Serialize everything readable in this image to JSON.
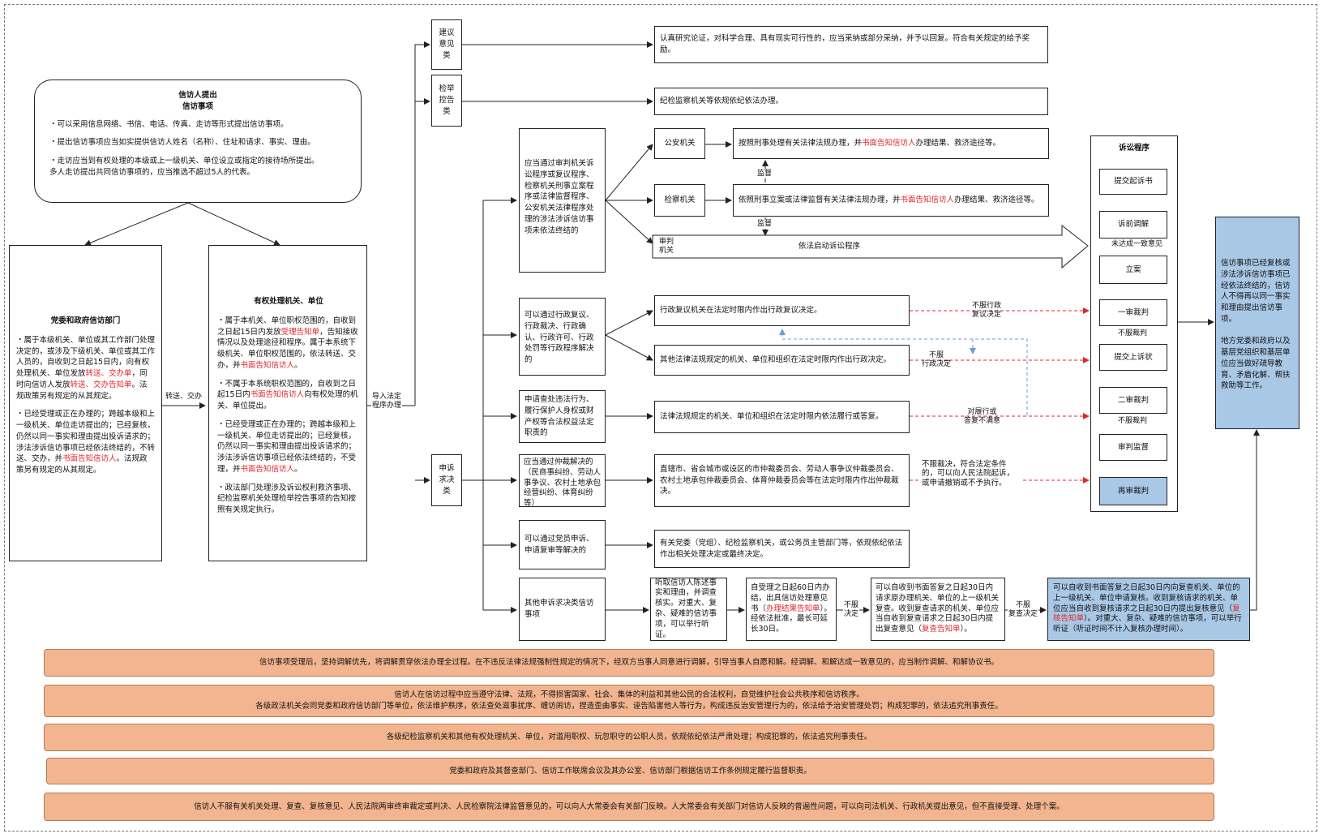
{
  "petitioner": {
    "title": "信访人提出\n信访事项",
    "lines": [
      "・可以采用信息网络、书信、电话、传真、走访等形式提出信访事项。",
      "・提出信访事项应当如实提供信访人姓名（名称）、住址和请求、事实、理由。",
      "・走访应当到有权处理的本级或上一级机关、单位设立或指定的接待场所提出。\n多人走访提出共同信访事项的，应当推选不超过5人的代表。"
    ]
  },
  "party_dept": {
    "title": "党委和政府信访部门",
    "p1": {
      "a": "・属于本级机关、单位或其工作部门处理决定的，或涉及下级机关、单位或其工作人员的，自收到之日起15日内，向有权处理机关、单位发放",
      "r1": "转送、交办单",
      "b": "，同时向信访人发放",
      "r2": "转送、交办告知单",
      "c": "。法规政策另有规定的从其规定。"
    },
    "p2": {
      "a": "・已经受理或正在办理的；跨越本级和上一级机关、单位走访提出的；已经复核，仍然以同一事实和理由提出投诉请求的；涉法涉诉信访事项已经依法终结的，不转送、交办，并",
      "r": "书面告知信访人",
      "b": "。法规政策另有规定的从其规定。"
    }
  },
  "authority": {
    "title": "有权处理机关、单位",
    "p1": {
      "a": "・属于本机关、单位职权范围的，自收到之日起15日内发放",
      "r": "受理告知单",
      "b": "，告知接收情况以及处理途径和程序。属于本系统下级机关、单位职权范围的，依法转送、交办，并",
      "r2": "书面告知信访人",
      "c": "。"
    },
    "p2": {
      "a": "・不属于本系统职权范围的，自收到之日起15日内",
      "r": "书面告知信访人",
      "b": "向有权处理的机关、单位提出。"
    },
    "p3": {
      "a": "・已经受理或正在办理的；跨越本级和上一级机关、单位走访提出的；已经复核，仍然以同一事实和理由提出投诉请求的；涉法涉诉信访事项已经依法终结的，不受理，并",
      "r": "书面告知信访人",
      "b": "。"
    },
    "p4": "・政法部门处理涉及诉讼权利救济事项、纪检监察机关处理检举控告事项的告知按照有关规定执行。"
  },
  "labels": {
    "transfer": "转送、交办",
    "import": "导入法定\n程序办理",
    "supervise1": "监督",
    "supervise2": "监督",
    "no_consensus": "未达成一致意见",
    "not_accept1": "不服裁判",
    "not_accept2": "不服裁判",
    "not_accept_review": "不服行政\n复议决定",
    "not_accept_admin": "不服\n行政决定",
    "perform_dissatisfied": "对履行或\n答复不满意",
    "not_accept_decision": "不服\n决定",
    "not_accept_recheck": "不服\n复查决定",
    "arbitration_note": "不服裁决，符合法定条件的，可以向人民法院起诉，或申请撤销或不予执行。"
  },
  "categories": {
    "suggest": "建议\n意见\n类",
    "report": "检举\n控告\n类",
    "appeal": "申诉\n求决\n类"
  },
  "suggest_text": "认真研究论证，对科学合理、具有现实可行性的，应当采纳或部分采纳，并予以回复。符合有关规定的给予奖励。",
  "report_text": "纪检监察机关等依规依纪依法办理。",
  "litigation_route": "应当通过审判机关诉讼程序或复议程序、检察机关刑事立案程序或法律监督程序、公安机关法律程序处理的涉法涉诉信访事项未依法终结的",
  "police": "公安机关",
  "procuratorate": "检察机关",
  "court": "审判\n机关",
  "police_text": {
    "a": "按照刑事处理有关法律法规办理，并",
    "r": "书面告知信访人",
    "b": "办理结果、救济途径等。"
  },
  "procuratorate_text": {
    "a": "依照刑事立案或法律监督有关法律法规办理，并",
    "r": "书面告知信访人",
    "b": "办理结果、救济途径等。"
  },
  "court_text": "依法启动诉讼程序",
  "admin_route": "可以通过行政复议、行政裁决、行政确认、行政许可、行政处罚等行政程序解决的",
  "admin_review": "行政复议机关在法定时限内作出行政复议决定。",
  "admin_other": "其他法律法规规定的机关、单位和组织在法定时限内作出行政决定。",
  "duty_route": "申请查处违法行为、履行保护人身权或财产权等合法权益法定职责的",
  "duty_text": "法律法规规定的机关、单位和组织在法定时限内依法履行或答复。",
  "arbitration_route": "应当通过仲裁解决的（民商事纠纷、劳动人事争议、农村土地承包经营纠纷、体育纠纷等）",
  "arbitration_text": "直辖市、省会城市或设区的市仲裁委员会、劳动人事争议仲裁委员会、农村土地承包仲裁委员会、体育仲裁委员会等在法定时限内作出仲裁裁决。",
  "party_route": "可以通过党员申诉、申请复审等解决的",
  "party_text": "有关党委（党组）、纪检监察机关，或公务员主管部门等，依规依纪依法作出相关处理决定或最终决定。",
  "other_route": "其他申诉求决类信访事项",
  "hearing": "听取信访人陈述事实和理由，并调查核实。对重大、复杂、疑难的信访事项，可以举行听证。",
  "reply": {
    "a": "自受理之日起60日内办结，出具信访处理意见书（",
    "r": "办理结果告知单",
    "b": "）。经依法批准，最长可延长30日。"
  },
  "recheck": {
    "a": "可以自收到书面答复之日起30日内请求原办理机关、单位的上一级机关复查。收到复查请求的机关、单位应当自收到复查请求之日起30日内提出复查意见（",
    "r": "复查告知单",
    "b": "）。"
  },
  "review": {
    "a": "可以自收到书面答复之日起30日内向复查机关、单位的上一级机关、单位申请复核。收到复核请求的机关、单位应当自收到复核请求之日起30日内提出复核意见（",
    "r": "复核告知单",
    "b": "）。对重大、复杂、疑难的信访事项，可以举行听证（听证时间不计入复核办理时间）。"
  },
  "litigation": {
    "title": "诉讼程序",
    "steps": [
      "提交起诉书",
      "诉前调解",
      "立案",
      "一审裁判",
      "提交上诉状",
      "二审裁判",
      "审判监督",
      "再审裁判"
    ]
  },
  "final_text": "信访事项已经复核或涉法涉诉信访事项已经依法终结的，信访人不得再以同一事实和理由提出信访事项。\n\n地方党委和政府以及基层党组织和基层单位应当做好疏导教育、矛盾化解、帮扶救助等工作。",
  "bottom": [
    [
      "信访事项受理后，坚持调解优先，将调解贯穿依法办理全过程。在不违反法律法规强制性规定的情况下，经双方当事人同意进行调解，引导当事人自愿和解。经调解、和解达成一致意见的，应当制作调解、和解协议书。"
    ],
    [
      "信访人在信访过程中应当遵守法律、法规，不得损害国家、社会、集体的利益和其他公民的合法权利，自觉维护社会公共秩序和信访秩序。",
      "各级政法机关会同党委和政府信访部门等单位，依法维护秩序，依法查处滋事扰序、缠访闹访，捏造歪曲事实、诬告陷害他人等行为，构成违反治安管理行为的，依法给予治安管理处罚；构成犯罪的，依法追究刑事责任。"
    ],
    [
      "各级纪检监察机关和其他有权处理机关、单位，对滥用职权、玩忽职守的公职人员，依规依纪依法严肃处理；构成犯罪的，依法追究刑事责任。"
    ],
    [
      "党委和政府及其督查部门、信访工作联席会议及其办公室、信访部门根据信访工作条例规定履行监督职责。"
    ],
    [
      "信访人不服有关机关处理、复查、复核意见、人民法院两审终审裁定或判决、人民检察院法律监督意见的，可以向人大常委会有关部门反映。人大常委会有关部门对信访人反映的普遍性问题，可以向司法机关、行政机关提出意见，但不直接受理、处理个案。"
    ]
  ],
  "colors": {
    "red": "#e3262c",
    "blue_box": "#a9c8e6",
    "orange_box": "#f2b58f",
    "dashed_red": "#e3262c",
    "dashed_blue": "#6a9fd4"
  }
}
